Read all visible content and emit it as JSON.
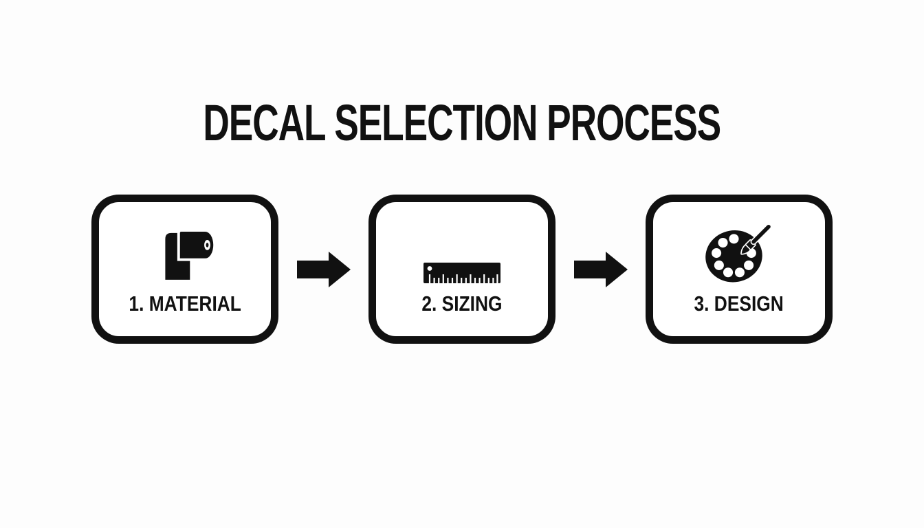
{
  "title": "DECAL SELECTION PROCESS",
  "steps": [
    {
      "label": "1. MATERIAL",
      "icon": "material-roll-icon"
    },
    {
      "label": "2. SIZING",
      "icon": "ruler-icon"
    },
    {
      "label": "3. DESIGN",
      "icon": "palette-brush-icon"
    }
  ],
  "arrows": [
    {
      "icon": "arrow-right-icon"
    },
    {
      "icon": "arrow-right-icon"
    }
  ],
  "colors": {
    "ink": "#111111",
    "background": "#fdfdfd"
  }
}
